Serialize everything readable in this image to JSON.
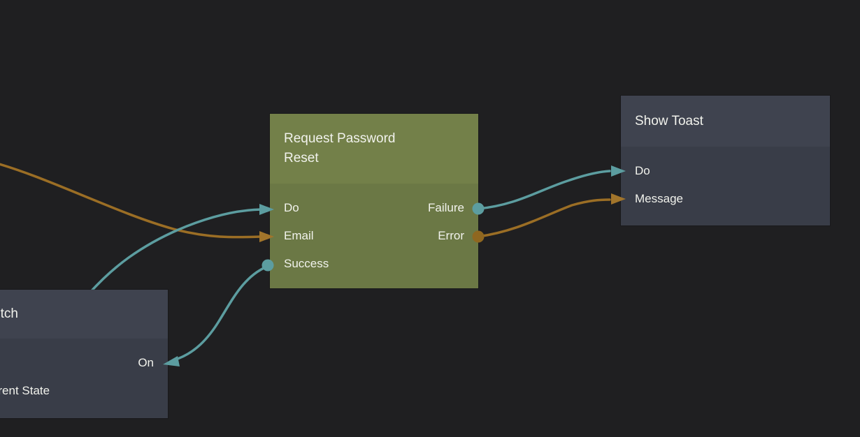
{
  "editor": {
    "type": "node-graph-canvas",
    "background_color": "#1f1f21"
  },
  "colors": {
    "signal_wire": "#5c9da0",
    "data_wire": "#9b6e25",
    "green_node_header": "#738049",
    "green_node_body": "#6b7845",
    "slate_node_header": "#3f434f",
    "slate_node_body": "#393d48",
    "label_text": "#f1f2ec"
  },
  "nodes": [
    {
      "title": "Switch",
      "visible_title_fragment": "tch",
      "ports": [
        {
          "label": "On",
          "alignment": "right",
          "marker": "arrow-in"
        },
        {
          "label": "Current State",
          "alignment": "left",
          "visible_fragment": "rent State"
        }
      ]
    },
    {
      "title": "Request Password Reset",
      "rows": [
        {
          "left": "Do",
          "left_marker": "arrow-in-signal",
          "right": "Failure",
          "right_marker": "dot-out-signal"
        },
        {
          "left": "Email",
          "left_marker": "arrow-in-data",
          "right": "Error",
          "right_marker": "dot-out-data"
        },
        {
          "left": "Success",
          "left_marker": "dot-out-signal",
          "right": ""
        }
      ]
    },
    {
      "title": "Show Toast",
      "rows": [
        {
          "left": "Do",
          "left_marker": "arrow-in-signal"
        },
        {
          "left": "Message",
          "left_marker": "arrow-in-data"
        }
      ]
    }
  ],
  "connections": [
    {
      "from": "off-screen-left",
      "to": "Request Password Reset / Do",
      "type": "signal"
    },
    {
      "from": "off-screen-left",
      "to": "Request Password Reset / Email",
      "type": "data"
    },
    {
      "from": "Request Password Reset / Success",
      "to": "Switch / On",
      "type": "signal"
    },
    {
      "from": "Request Password Reset / Failure",
      "to": "Show Toast / Do",
      "type": "signal"
    },
    {
      "from": "Request Password Reset / Error",
      "to": "Show Toast / Message",
      "type": "data"
    }
  ]
}
